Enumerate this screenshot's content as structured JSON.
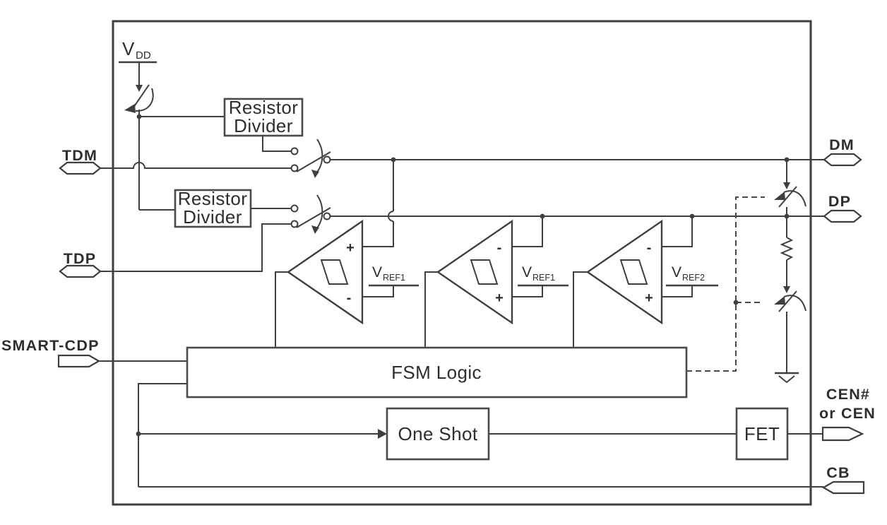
{
  "pins": {
    "tdm": {
      "label": "TDM"
    },
    "tdp": {
      "label": "TDP"
    },
    "smart_cdp": {
      "label": "SMART-CDP"
    },
    "dm": {
      "label": "DM"
    },
    "dp": {
      "label": "DP"
    },
    "cen": {
      "label_line1": "CEN#",
      "label_line2": "or CEN"
    },
    "cb": {
      "label": "CB"
    }
  },
  "blocks": {
    "resistor_divider_top": {
      "line1": "Resistor",
      "line2": "Divider"
    },
    "resistor_divider_bottom": {
      "line1": "Resistor",
      "line2": "Divider"
    },
    "fsm_logic": {
      "label": "FSM Logic"
    },
    "one_shot": {
      "label": "One Shot"
    },
    "fet": {
      "label": "FET"
    }
  },
  "supply": {
    "vdd": {
      "main": "V",
      "sub": "DD"
    }
  },
  "comparators": {
    "comp1": {
      "top_sign": "+",
      "bottom_sign": "-",
      "ref_main": "V",
      "ref_sub": "REF1"
    },
    "comp2": {
      "top_sign": "-",
      "bottom_sign": "+",
      "ref_main": "V",
      "ref_sub": "REF1"
    },
    "comp3": {
      "top_sign": "-",
      "bottom_sign": "+",
      "ref_main": "V",
      "ref_sub": "REF2"
    }
  },
  "colors": {
    "wire": "#3f3f3f",
    "box_stroke": "#4a4a4a",
    "text": "#2e2e2e",
    "background": "#ffffff"
  }
}
